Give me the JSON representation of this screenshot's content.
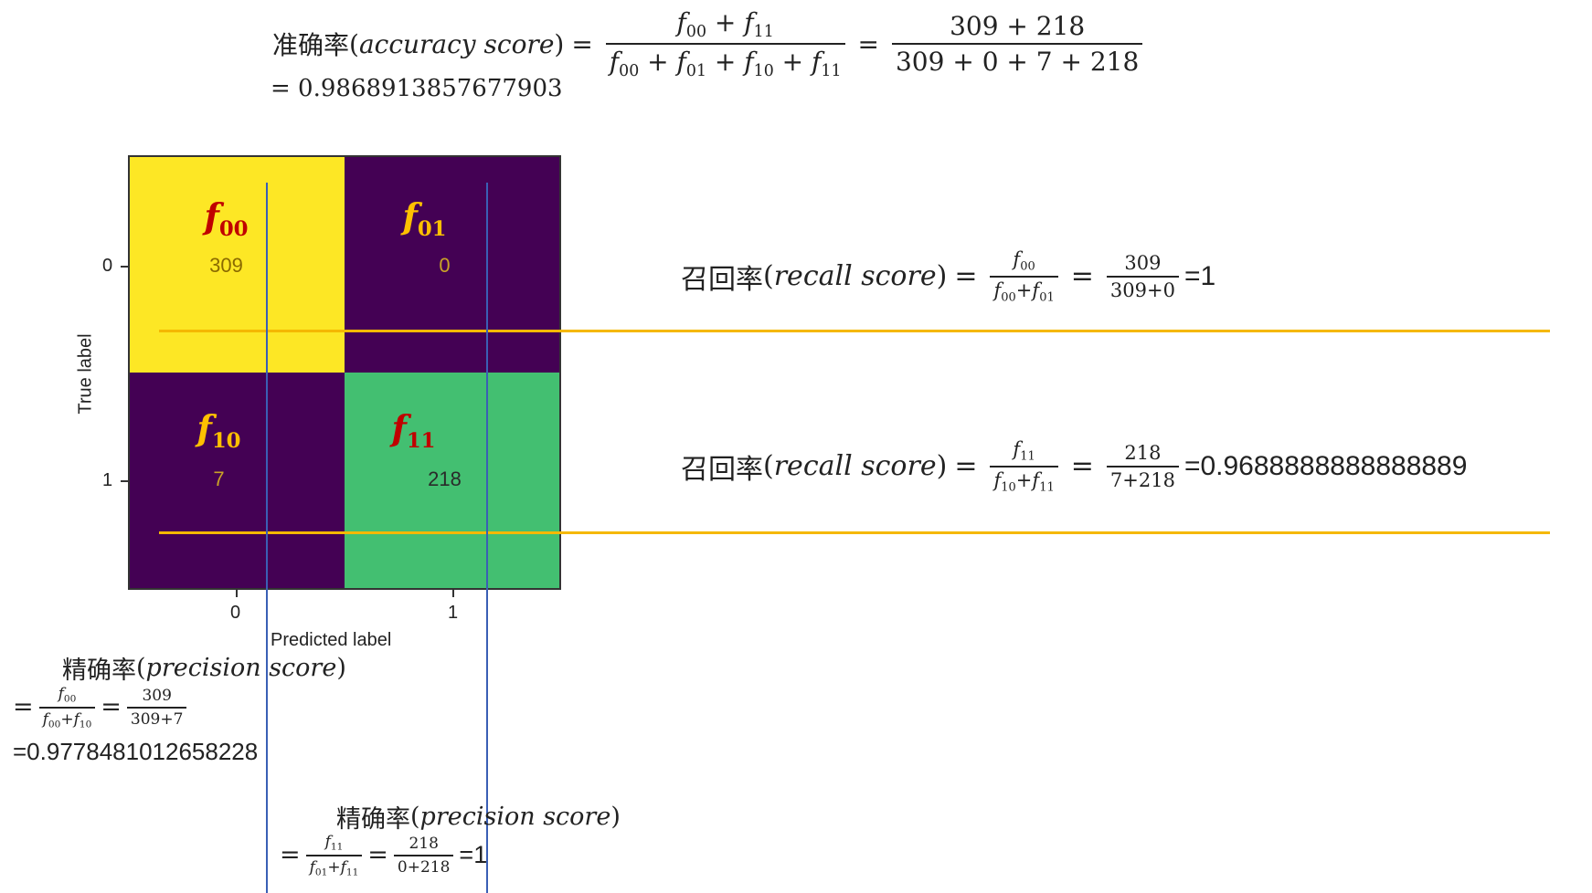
{
  "accuracy": {
    "label_cn": "准确率",
    "label_en": "accuracy score",
    "formula_num": [
      "f",
      "00",
      "+",
      "f",
      "11"
    ],
    "formula_den": [
      "f",
      "00",
      "+",
      "f",
      "01",
      "+",
      "f",
      "10",
      "+",
      "f",
      "11"
    ],
    "value_num": "309 + 218",
    "value_den": "309 + 0 + 7 + 218",
    "result": "= 0.9868913857677903"
  },
  "matrix": {
    "colors": {
      "high": "#fde725",
      "low": "#440154",
      "mid": "#43bf71"
    },
    "cells": [
      {
        "symbol": "f",
        "sub": "00",
        "value": "309",
        "label_color": "#c00000",
        "value_color": "#8a6a00"
      },
      {
        "symbol": "f",
        "sub": "01",
        "value": "0",
        "label_color": "#ffc000",
        "value_color": "#c9a227"
      },
      {
        "symbol": "f",
        "sub": "10",
        "value": "7",
        "label_color": "#ffc000",
        "value_color": "#c9a227"
      },
      {
        "symbol": "f",
        "sub": "11",
        "value": "218",
        "label_color": "#c00000",
        "value_color": "#2a2a2a"
      }
    ],
    "y_ticks": [
      "0",
      "1"
    ],
    "x_ticks": [
      "0",
      "1"
    ],
    "y_label": "True label",
    "x_label": "Predicted label"
  },
  "recall_0": {
    "label_cn": "召回率",
    "label_en": "recall score",
    "value_num": "309",
    "value_den": "309+0",
    "result": "=1"
  },
  "recall_1": {
    "label_cn": "召回率",
    "label_en": "recall score",
    "value_num": "218",
    "value_den": "7+218",
    "result": "=0.9688888888888889"
  },
  "precision_0": {
    "label_cn": "精确率",
    "label_en": "precision score",
    "value_num": "309",
    "value_den": "309+7",
    "result": "=0.9778481012658228"
  },
  "precision_1": {
    "label_cn": "精确率",
    "label_en": "precision score",
    "value_num": "218",
    "value_den": "0+218",
    "result": "=1"
  }
}
